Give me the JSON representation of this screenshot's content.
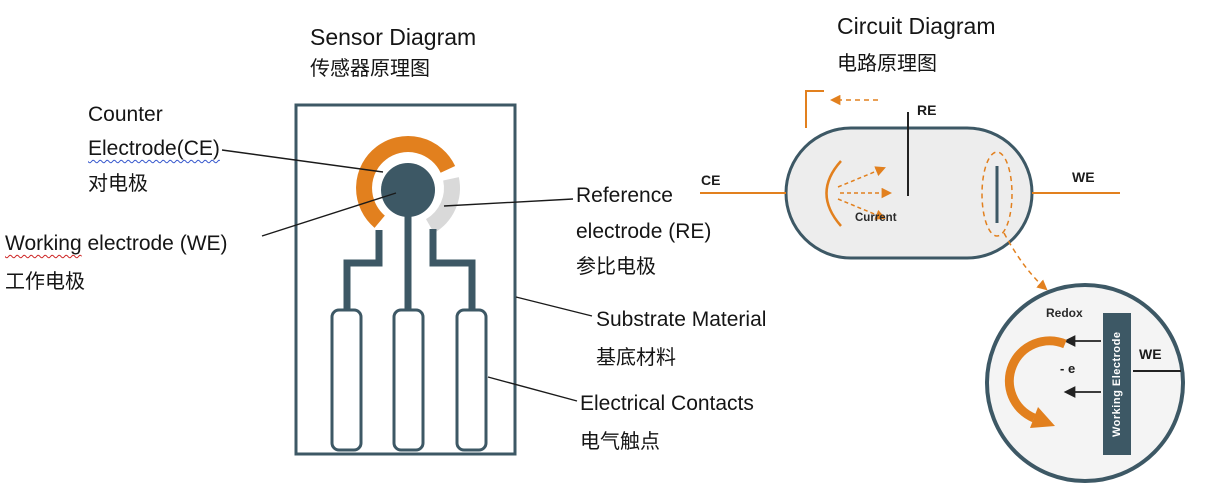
{
  "colors": {
    "accent_orange": "#E2801E",
    "dark_slate": "#3D5865",
    "reference_gray": "#D9D9D9",
    "capsule_fill": "#EDEDED",
    "zoom_fill": "#F4F4F4"
  },
  "sensor": {
    "title": "Sensor Diagram",
    "title_zh": "传感器原理图",
    "counter": {
      "line1": "Counter",
      "line2": "Electrode(CE)",
      "zh": "对电极"
    },
    "working": {
      "word": "Working",
      "rest": " electrode (WE)",
      "zh": "工作电极"
    },
    "reference": {
      "line1": "Reference",
      "line2": "electrode (RE)",
      "zh": "参比电极"
    },
    "substrate": {
      "en": "Substrate Material",
      "zh": "基底材料"
    },
    "contacts": {
      "en": "Electrical Contacts",
      "zh": "电气触点"
    }
  },
  "circuit": {
    "title": "Circuit Diagram",
    "title_zh": "电路原理图",
    "ce": "CE",
    "re": "RE",
    "we": "WE",
    "current": "Current"
  },
  "zoom": {
    "redox": "Redox",
    "electron": "- e",
    "we": "WE",
    "bar": "Working Electrode"
  }
}
